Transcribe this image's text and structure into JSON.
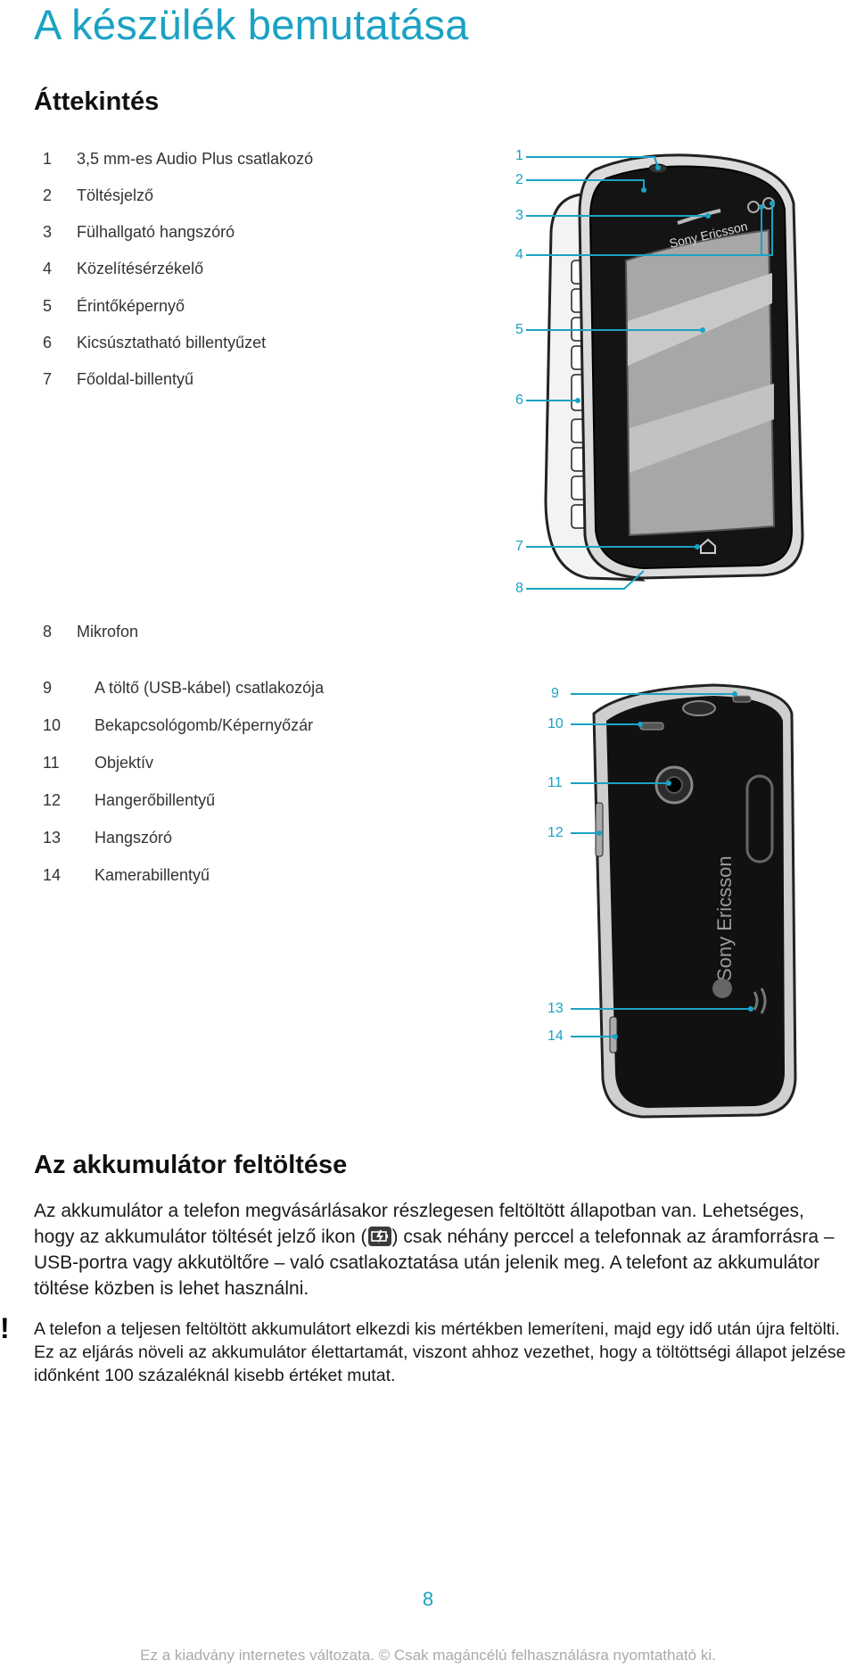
{
  "page": {
    "title": "A készülék bemutatása",
    "overview_heading": "Áttekintés",
    "parts_front": [
      {
        "num": "1",
        "label": "3,5 mm-es Audio Plus csatlakozó"
      },
      {
        "num": "2",
        "label": "Töltésjelző"
      },
      {
        "num": "3",
        "label": "Fülhallgató hangszóró"
      },
      {
        "num": "4",
        "label": "Közelítésérzékelő"
      },
      {
        "num": "5",
        "label": "Érintőképernyő"
      },
      {
        "num": "6",
        "label": "Kicsúsztatható billentyűzet"
      },
      {
        "num": "7",
        "label": "Főoldal-billentyű"
      },
      {
        "num": "8",
        "label": "Mikrofon"
      }
    ],
    "parts_back": [
      {
        "num": "9",
        "label": "A töltő (USB-kábel) csatlakozója"
      },
      {
        "num": "10",
        "label": "Bekapcsológomb/Képernyőzár"
      },
      {
        "num": "11",
        "label": "Objektív"
      },
      {
        "num": "12",
        "label": "Hangerőbillentyű"
      },
      {
        "num": "13",
        "label": "Hangszóró"
      },
      {
        "num": "14",
        "label": "Kamerabillentyű"
      }
    ],
    "front_callouts": [
      "1",
      "2",
      "3",
      "4",
      "5",
      "6",
      "7",
      "8"
    ],
    "back_callouts": [
      "9",
      "10",
      "11",
      "12",
      "13",
      "14"
    ],
    "brand_text": "Sony Ericsson",
    "battery_heading": "Az akkumulátor feltöltése",
    "battery_para_1": "Az akkumulátor a telefon megvásárlásakor részlegesen feltöltött állapotban van.",
    "battery_para_2a": "Lehetséges, hogy az akkumulátor töltését jelző ikon (",
    "battery_para_2b": ") csak néhány perccel a telefonnak az áramforrásra – USB-portra vagy akkutöltőre – való csatlakoztatása után jelenik meg. A telefont az akkumulátor töltése közben is lehet használni.",
    "note_text": "A telefon a teljesen feltöltött akkumulátort elkezdi kis mértékben lemeríteni, majd egy idő után újra feltölti. Ez az eljárás növeli az akkumulátor élettartamát, viszont ahhoz vezethet, hogy a töltöttségi állapot jelzése időnként 100 százaléknál kisebb értéket mutat.",
    "warn_symbol": "!",
    "page_number": "8",
    "footer": "Ez a kiadvány internetes változata. © Csak magáncélú felhasználásra nyomtatható ki.",
    "accent_color": "#1aa2c4",
    "icons": [
      "charging-battery-icon",
      "warning-icon",
      "home-key-icon"
    ]
  }
}
